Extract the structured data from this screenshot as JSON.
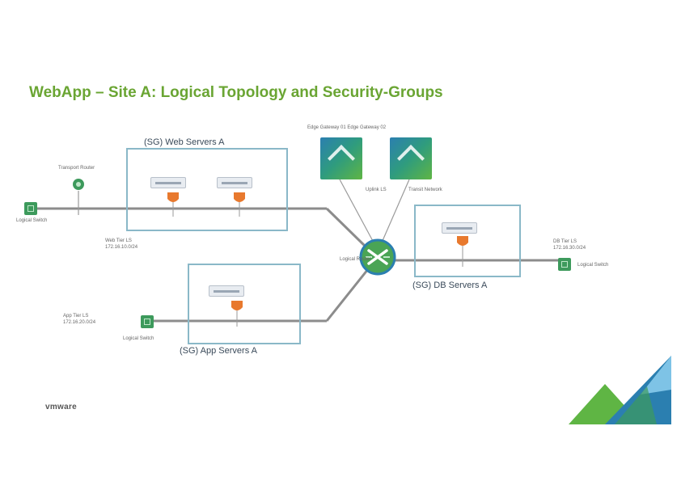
{
  "slide": {
    "title": "WebApp – Site A: Logical Topology and Security-Groups",
    "vendor": "vmware"
  },
  "security_groups": {
    "web": "(SG) Web Servers A",
    "app": "(SG) App Servers A",
    "db": "(SG) DB Servers A"
  },
  "labels": {
    "edges_top": "Edge Gateway 01   Edge Gateway 02",
    "uplink_left": "Uplink LS",
    "uplink_right": "Transit Network",
    "top_router": "Transport Router",
    "web_ls": "Logical Switch",
    "web_tier_1": "Web Tier LS",
    "web_tier_2": "172.16.10.0/24",
    "app_tier_1": "App Tier LS",
    "app_tier_2": "172.16.20.0/24",
    "app_ls": "Logical Switch",
    "router_caption": "Logical Router",
    "db_tier_1": "DB Tier LS",
    "db_tier_2": "172.16.30.0/24",
    "db_ls": "Logical Switch"
  },
  "colors": {
    "title": "#6aa533",
    "sg_border": "#8ab8c8",
    "link": "#8c8c8c",
    "vm_shield": "#e8792e",
    "logo_green": "#5fb544",
    "logo_blue": "#2b7fb0",
    "logo_light_blue": "#7ec3e6"
  },
  "icons": {
    "edge": "edge-gateway-icon",
    "router": "distributed-router-icon",
    "switch": "logical-switch-icon",
    "vm": "vm-icon"
  }
}
